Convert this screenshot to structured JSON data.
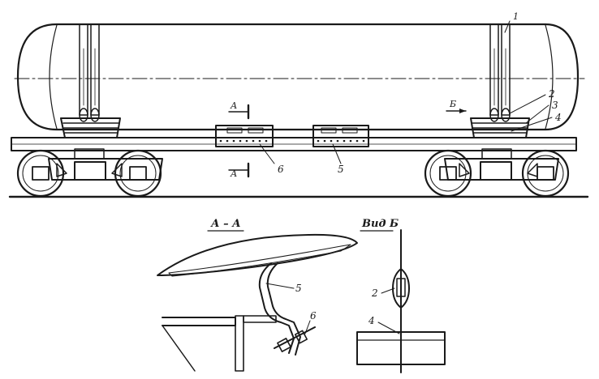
{
  "labels": {
    "callout_1": "1",
    "callout_2": "2",
    "callout_3": "3",
    "callout_4": "4",
    "callout_5": "5",
    "callout_6": "6",
    "section_a_top": "А",
    "section_a_bottom": "А",
    "view_b_arrow": "Б",
    "section_title": "А – А",
    "view_title": "Вид Б",
    "detail_a_5": "5",
    "detail_a_6": "6",
    "detail_b_2": "2",
    "detail_b_4": "4"
  }
}
